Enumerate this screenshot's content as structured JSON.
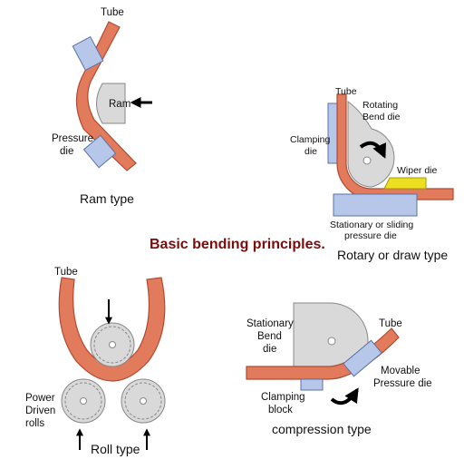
{
  "colors": {
    "tube_fill": "#e27a5c",
    "tube_stroke": "#b24a32",
    "die_fill": "#d9d9d9",
    "die_stroke": "#888888",
    "blue_block": "#b7c7ea",
    "blue_stroke": "#5a72a8",
    "wiper_yellow": "#ece020",
    "title_color": "#7a0c0c"
  },
  "title": "Basic bending principles.",
  "ram": {
    "tube": "Tube",
    "ram": "Ram",
    "pressure_die_1": "Pressure",
    "pressure_die_2": "die",
    "caption": "Ram type"
  },
  "rotary": {
    "tube": "Tube",
    "rotating_1": "Rotating",
    "rotating_2": "Bend die",
    "clamping_1": "Clamping",
    "clamping_2": "die",
    "wiper": "Wiper die",
    "stationary_1": "Stationary or sliding",
    "stationary_2": "pressure die",
    "caption": "Rotary or draw type"
  },
  "roll": {
    "tube": "Tube",
    "power_1": "Power",
    "power_2": "Driven",
    "power_3": "rolls",
    "caption": "Roll type"
  },
  "compression": {
    "stationary_1": "Stationary",
    "stationary_2": "Bend",
    "stationary_3": "die",
    "tube": "Tube",
    "movable_1": "Movable",
    "movable_2": "Pressure die",
    "clamping_1": "Clamping",
    "clamping_2": "block",
    "caption": "compression type"
  },
  "icons": {
    "ram_arrow": "arrow-left-icon",
    "rotation_arrow": "curved-arrow-icon",
    "roll_arrows": "arrow-up-icon",
    "press_arrow": "arrow-down-icon"
  }
}
